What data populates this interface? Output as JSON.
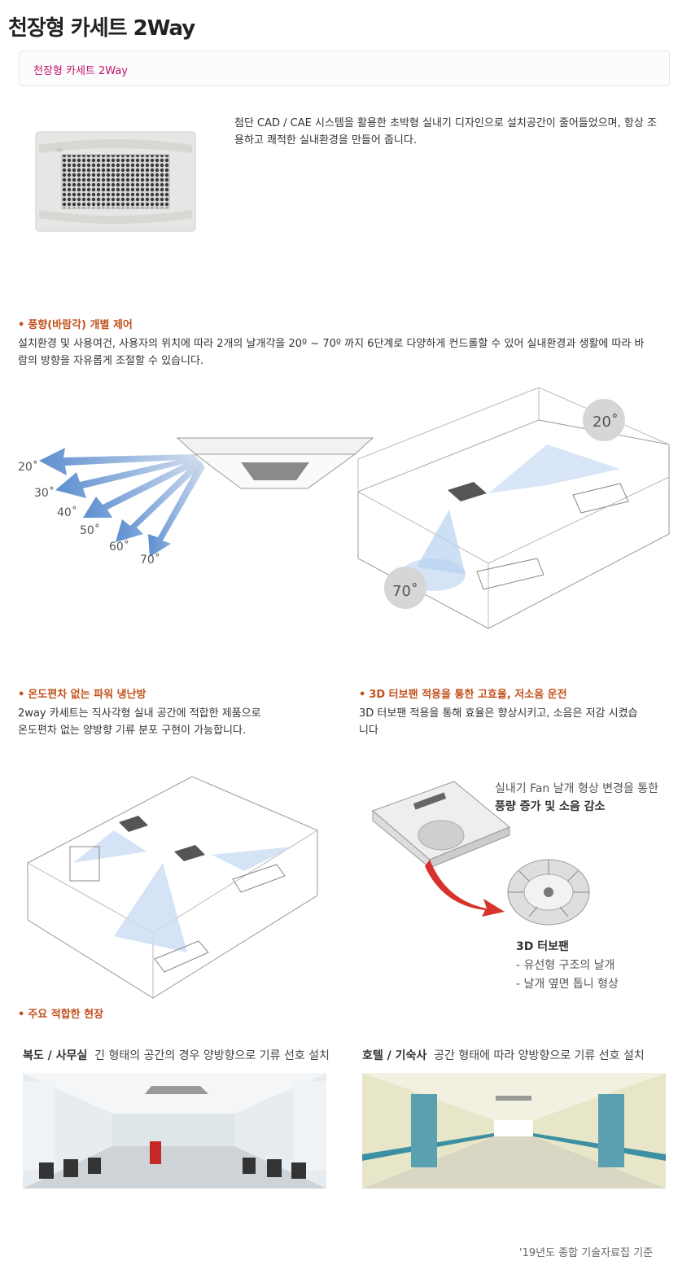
{
  "page": {
    "title": "천장형 카세트 2Way",
    "breadcrumb": "천장형 카세트 2Way",
    "intro": "첨단 CAD / CAE 시스템을 활용한 초박형 실내기 디자인으로 설치공간이 줄어들었으며, 항상 조용하고 쾌적한 실내환경을 만들어 줍니다."
  },
  "section1": {
    "title": "풍향(바람각) 개별 제어",
    "text": "설치환경 및 사용여건, 사용자의 위치에 따라 2개의 날개각을 20º ~ 70º 까지 6단계로 다양하게 컨드롤할 수 있어 실내환경과 생활에 따라 바람의 방향을 자유롭게 조절할 수 있습니다.",
    "angles": [
      "20˚",
      "30˚",
      "40˚",
      "50˚",
      "60˚",
      "70˚"
    ],
    "room_badge_top": "20˚",
    "room_badge_bottom": "70˚"
  },
  "section2": {
    "title": "온도편차 없는 파워 냉난방",
    "text": "2way 카세트는 직사각형 실내 공간에 적합한 제품으로 온도편차 없는 양방향 기류 분포 구현이 가능합니다."
  },
  "section3": {
    "title": "3D 터보팬 적용을 통한 고효율, 저소음 운전",
    "text": "3D 터보팬 적용을 통해 효율은 향상시키고, 소음은 저감 시켰습니다",
    "fan_caption_line1": "실내기 Fan 날개 형상 변경을 통한",
    "fan_caption_line2": "풍량 증가 및 소음 감소",
    "fan_title": "3D 터보팬",
    "fan_feature1": "- 유선형 구조의 날개",
    "fan_feature2": "- 날개 옆면 톱니 형상"
  },
  "section4": {
    "title": "주요 적합한 현장",
    "site1_label": "복도 / 사무실",
    "site1_desc": "긴 형태의 공간의 경우 양방향으로 기류 선호 설치",
    "site2_label": "호텔 / 기숙사",
    "site2_desc": "공간 형태에 따라 양방향으로 기류 선호 설치"
  },
  "footer": {
    "note": "'19년도 종합 기술자료집 기준"
  },
  "colors": {
    "accent": "#c2521e",
    "breadcrumb": "#c0136b",
    "airflow": "#7aa7dd"
  }
}
